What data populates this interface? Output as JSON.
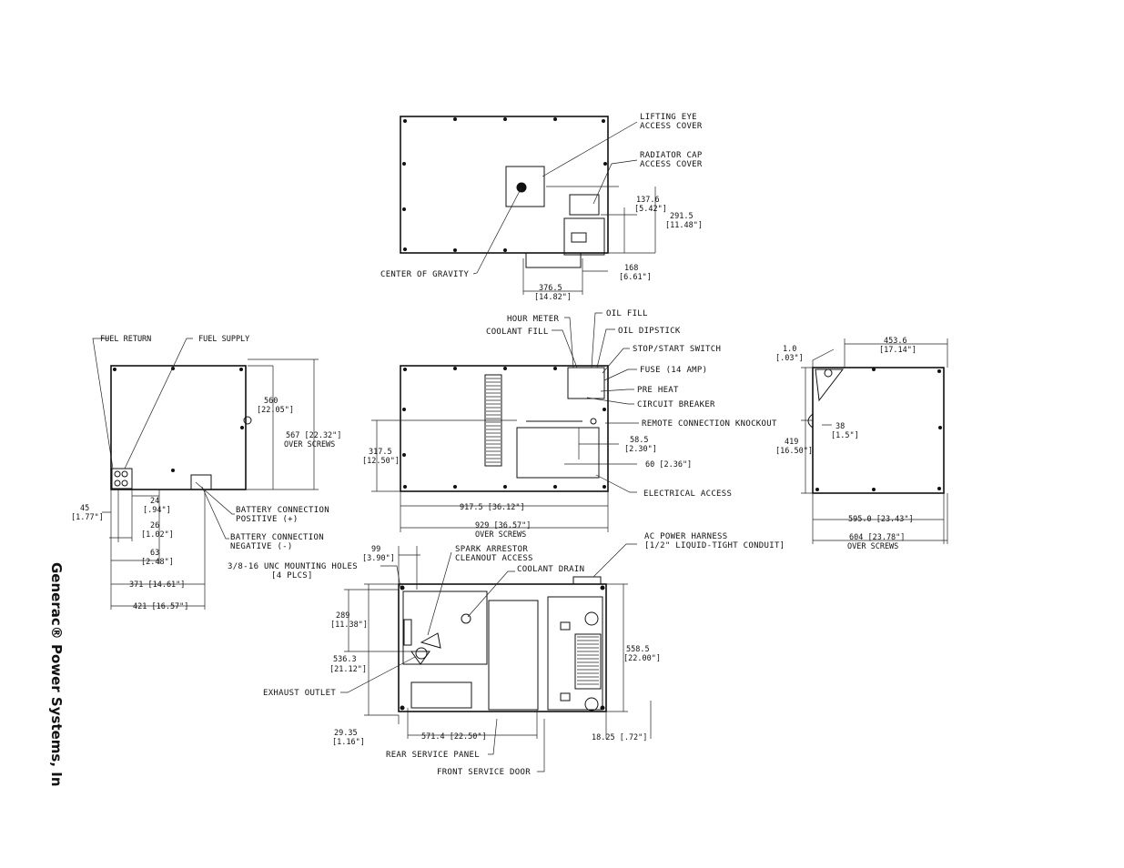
{
  "brand": "Generac® Power Systems, In",
  "top_view": {
    "lifting_eye_1": "LIFTING EYE",
    "lifting_eye_2": "ACCESS COVER",
    "radiator_1": "RADIATOR CAP",
    "radiator_2": "ACCESS COVER",
    "center_gravity": "CENTER OF GRAVITY",
    "d1376": "137.6",
    "d1376_in": "[5.42\"]",
    "d2915": "291.5",
    "d2915_in": "[11.48\"]",
    "d168": "168",
    "d168_in": "[6.61\"]",
    "d3765": "376.5",
    "d3765_in": "[14.82\"]"
  },
  "left_view": {
    "fuel_return": "FUEL RETURN",
    "fuel_supply": "FUEL SUPPLY",
    "d560": "560",
    "d560_in": "[22.05\"]",
    "d567": "567 [22.32\"]",
    "d567_b": "OVER SCREWS",
    "d45": "45",
    "d45_in": "[1.77\"]",
    "d24": "24",
    "d24_in": "[.94\"]",
    "d26": "26",
    "d26_in": "[1.02\"]",
    "d63": "63",
    "d63_in": "[2.48\"]",
    "d371": "371 [14.61\"]",
    "d421": "421 [16.57\"]",
    "bat_pos_1": "BATTERY CONNECTION",
    "bat_pos_2": "POSITIVE (+)",
    "bat_neg_1": "BATTERY CONNECTION",
    "bat_neg_2": "NEGATIVE (-)"
  },
  "front_view": {
    "hour_meter": "HOUR METER",
    "coolant_fill": "COOLANT FILL",
    "oil_fill": "OIL FILL",
    "oil_dipstick": "OIL DIPSTICK",
    "stop_start": "STOP/START SWITCH",
    "fuse": "FUSE (14 AMP)",
    "pre_heat": "PRE HEAT",
    "circuit_breaker": "CIRCUIT BREAKER",
    "remote_knockout": "REMOTE CONNECTION KNOCKOUT",
    "d585": "58.5",
    "d585_in": "[2.30\"]",
    "d60": "60 [2.36\"]",
    "electrical_access": "ELECTRICAL ACCESS",
    "d3175": "317.5",
    "d3175_in": "[12.50\"]",
    "d9175": "917.5 [36.12\"]",
    "d929": "929 [36.57\"]",
    "d929_b": "OVER SCREWS"
  },
  "right_view": {
    "d10": "1.0",
    "d10_in": "[.03\"]",
    "d4536": "453.6",
    "d4536_in": "[17.14\"]",
    "d38": "38",
    "d38_in": "[1.5\"]",
    "d419": "419",
    "d419_in": "[16.50\"]",
    "d5950": "595.0 [23.43\"]",
    "d604": "604 [23.78\"]",
    "d604_b": "OVER SCREWS"
  },
  "bottom_view": {
    "d99": "99",
    "d99_in": "[3.90\"]",
    "spark_1": "SPARK ARRESTOR",
    "spark_2": "CLEANOUT ACCESS",
    "coolant_drain": "COOLANT DRAIN",
    "ac_harness_1": "AC POWER HARNESS",
    "ac_harness_2": "[1/2\" LIQUID-TIGHT CONDUIT]",
    "mount_1": "3/8-16 UNC MOUNTING HOLES",
    "mount_2": "[4 PLCS]",
    "d289": "289",
    "d289_in": "[11.38\"]",
    "d5363": "536.3",
    "d5363_in": "[21.12\"]",
    "d5585": "558.5",
    "d5585_in": "[22.00\"]",
    "exhaust": "EXHAUST OUTLET",
    "d2935": "29.35",
    "d2935_in": "[1.16\"]",
    "d5714": "571.4 [22.50\"]",
    "d1825": "18.25 [.72\"]",
    "rear_panel": "REAR SERVICE PANEL",
    "front_door": "FRONT SERVICE DOOR"
  }
}
